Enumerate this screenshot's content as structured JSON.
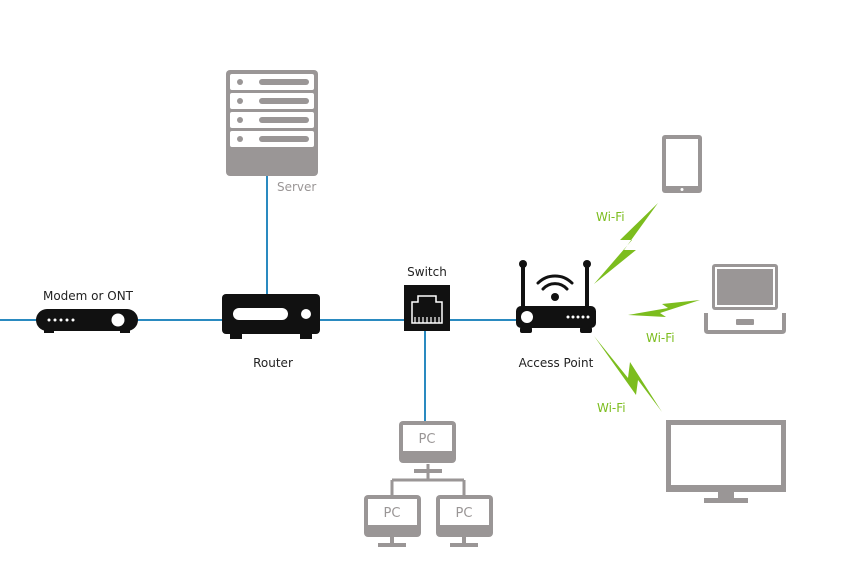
{
  "diagram": {
    "colors": {
      "link": "#2a8ac0",
      "wifi": "#7cbd1e",
      "device_dark": "#111111",
      "device_grey": "#9a9696"
    },
    "nodes": {
      "modem": {
        "label": "Modem or ONT",
        "icon": "modem-icon"
      },
      "router": {
        "label": "Router",
        "icon": "router-icon"
      },
      "server": {
        "label": "Server",
        "icon": "server-icon"
      },
      "switch": {
        "label": "Switch",
        "icon": "ethernet-port-icon"
      },
      "access_point": {
        "label": "Access Point",
        "icon": "wireless-access-point-icon"
      },
      "tablet": {
        "icon": "tablet-icon"
      },
      "laptop": {
        "icon": "laptop-icon"
      },
      "monitor": {
        "icon": "monitor-icon"
      },
      "pc_top": {
        "label": "PC",
        "icon": "desktop-pc-icon"
      },
      "pc_left": {
        "label": "PC",
        "icon": "desktop-pc-icon"
      },
      "pc_right": {
        "label": "PC",
        "icon": "desktop-pc-icon"
      }
    },
    "wifi_links": [
      {
        "label": "Wi-Fi",
        "to": "tablet"
      },
      {
        "label": "Wi-Fi",
        "to": "laptop"
      },
      {
        "label": "Wi-Fi",
        "to": "monitor"
      }
    ],
    "wired_links": [
      {
        "from": "internet",
        "to": "modem"
      },
      {
        "from": "modem",
        "to": "router"
      },
      {
        "from": "router",
        "to": "server"
      },
      {
        "from": "router",
        "to": "switch"
      },
      {
        "from": "switch",
        "to": "access_point"
      },
      {
        "from": "switch",
        "to": "pc_top"
      }
    ]
  }
}
